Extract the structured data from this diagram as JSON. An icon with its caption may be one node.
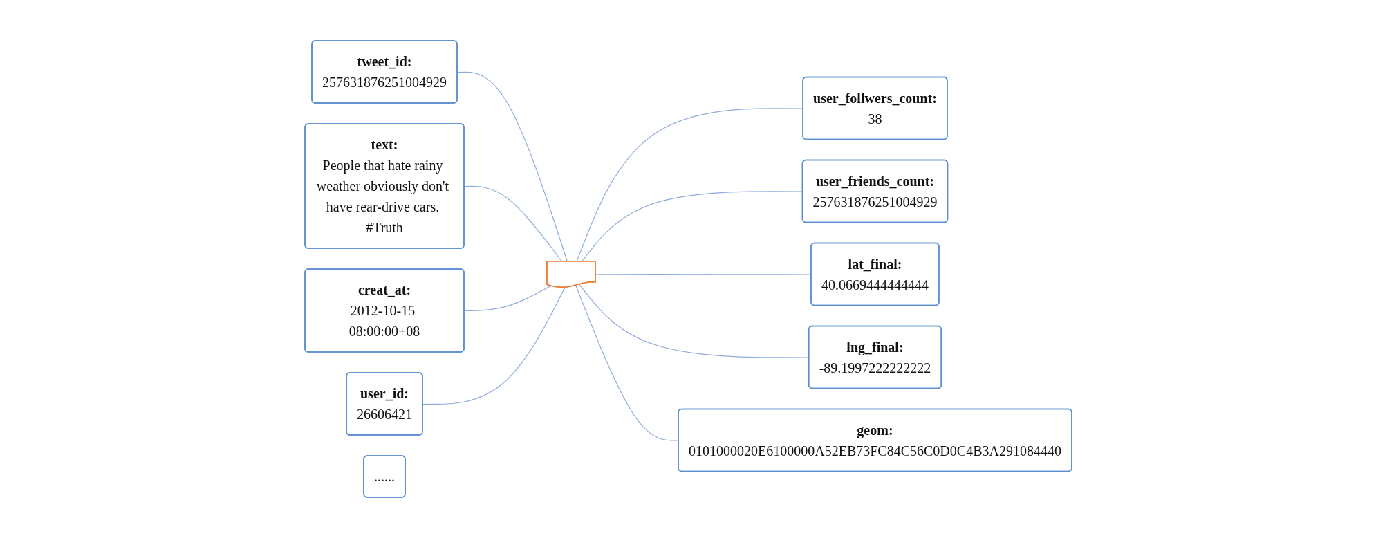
{
  "diagram": {
    "nodes": [
      {
        "text": [
          "tweet_id:",
          "257631876251004929"
        ]
      },
      {
        "text": [
          "user_follwers_count:",
          "38"
        ]
      },
      {
        "text": [
          "user_friends_count:",
          "257631876251004929"
        ]
      },
      {
        "text": [
          "text:",
          "People that hate rainy weather obviously don't have rear-drive cars. #Truth"
        ]
      },
      {
        "text": [
          "lat_final:",
          "40.0669444444444"
        ]
      },
      {
        "text": [],
        "shape": "document"
      },
      {
        "text": [
          "creat_at:",
          "2012-10-15 08:00:00+08"
        ]
      },
      {
        "text": [
          "lng_final:",
          "-89.1997222222222"
        ]
      },
      {
        "text": [
          "user_id:",
          "26606421"
        ]
      },
      {
        "text": [
          "geom:",
          "0101000020E6100000A52EB73FC84C56C0D0C4B3A291084440"
        ]
      },
      {
        "text": [
          "......"
        ]
      }
    ],
    "edges": [
      {
        "from": 0,
        "to": 5,
        "arrow": "none"
      },
      {
        "from": 5,
        "to": 1,
        "arrow": "none"
      },
      {
        "from": 5,
        "to": 2,
        "arrow": "none"
      },
      {
        "from": 3,
        "to": 5,
        "arrow": "none"
      },
      {
        "from": 5,
        "to": 4,
        "arrow": "none"
      },
      {
        "from": 6,
        "to": 5,
        "arrow": "none"
      },
      {
        "from": 5,
        "to": 7,
        "arrow": "none"
      },
      {
        "from": 8,
        "to": 5,
        "arrow": "none"
      },
      {
        "from": 5,
        "to": 9,
        "arrow": "none"
      }
    ]
  }
}
